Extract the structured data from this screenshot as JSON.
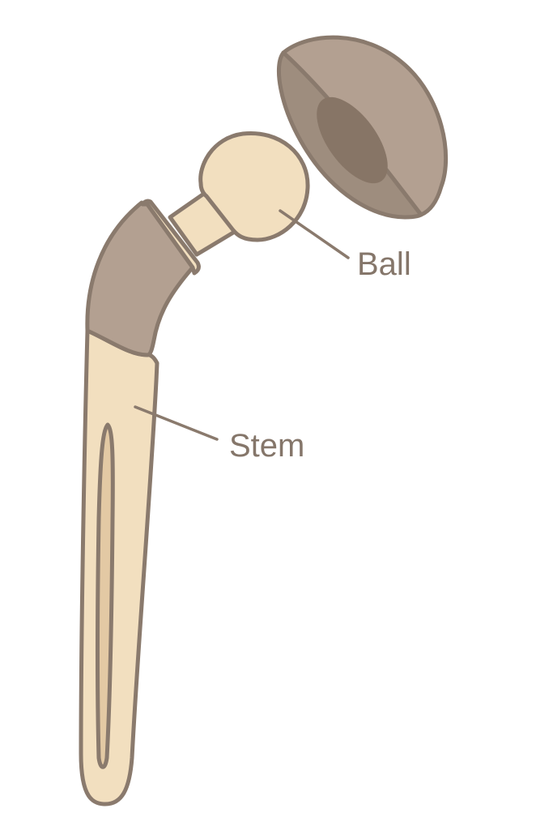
{
  "diagram": {
    "subject": "hip implant (prosthesis) parts",
    "labels": {
      "ball": "Ball",
      "stem": "Stem"
    },
    "parts": [
      "acetabular cup",
      "ball",
      "neck",
      "collar",
      "stem"
    ],
    "colors": {
      "outline": "#8a7a6d",
      "cream": "#f2dfbf",
      "cream_shadow": "#e3c9a4",
      "taupe": "#b3a091",
      "cup_inner": "#9e8d7e",
      "cup_cavity": "#877566",
      "label_text": "#85766a"
    }
  }
}
